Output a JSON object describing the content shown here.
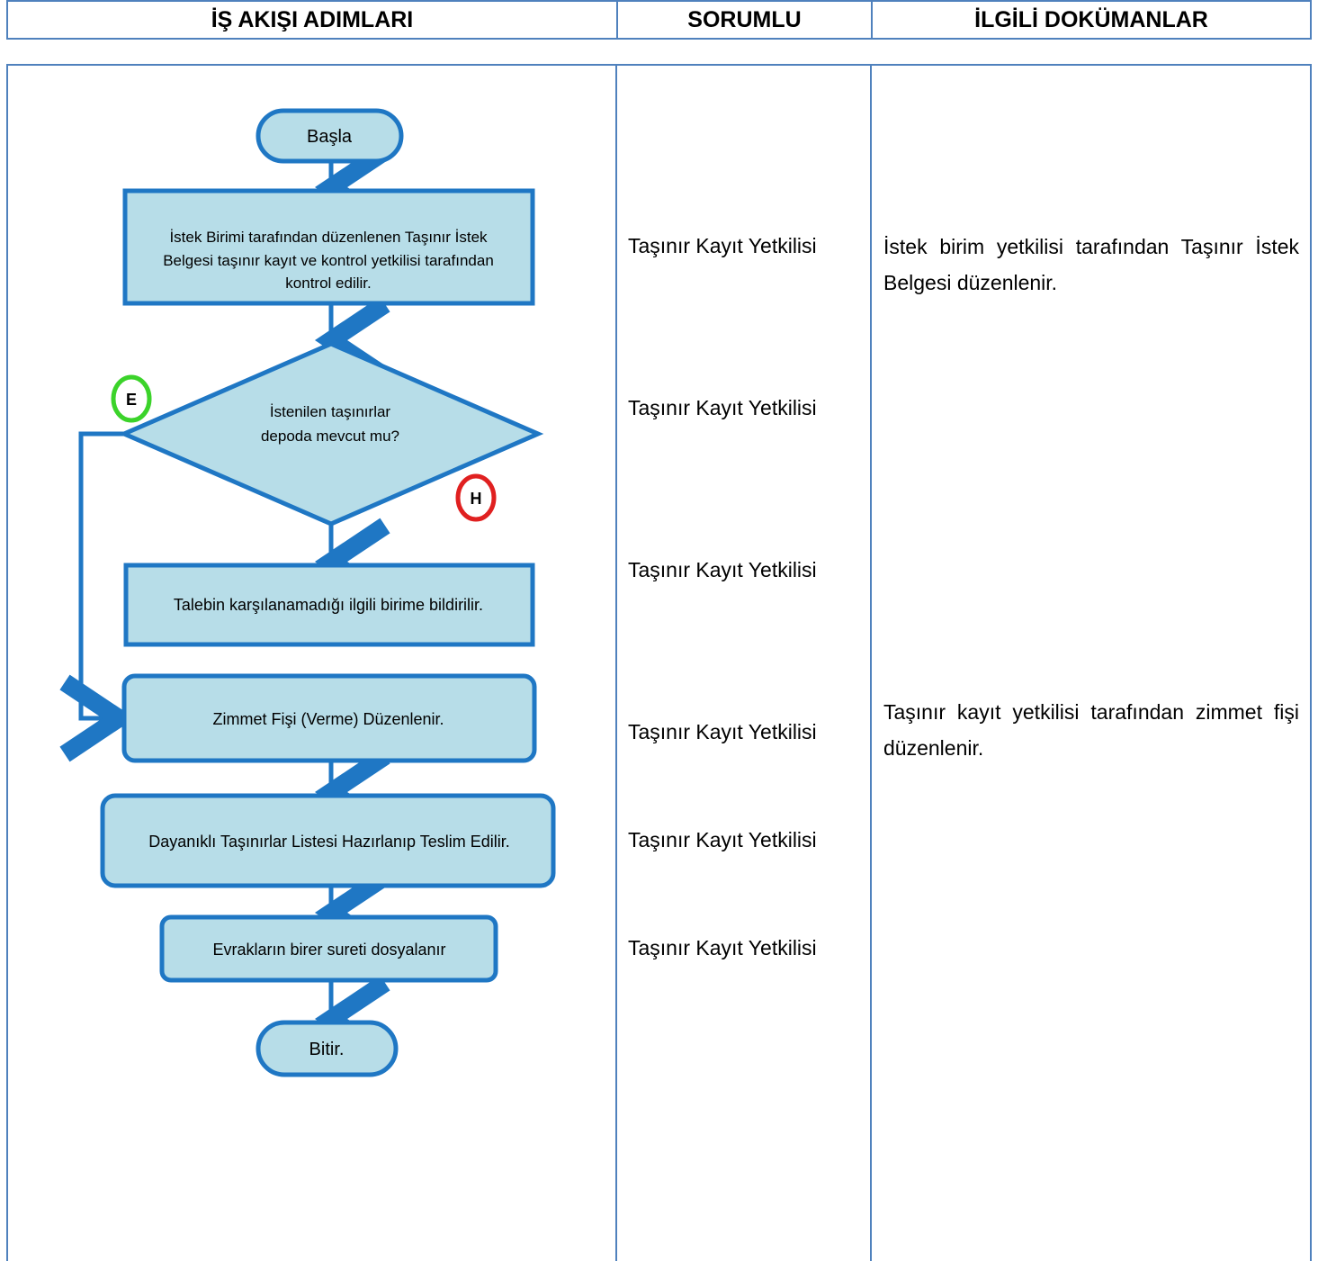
{
  "header": {
    "col1": "İŞ AKIŞI ADIMLARI",
    "col2": "SORUMLU",
    "col3": "İLGİLİ DOKÜMANLAR"
  },
  "colors": {
    "border": "#4f81bd",
    "node_fill": "#b7dde8",
    "node_stroke": "#1f77c4",
    "arrow": "#1f77c4",
    "yes_ring": "#3bd32a",
    "no_ring": "#e02020"
  },
  "flow": {
    "start": "Başla",
    "step1": [
      "İstek Birimi tarafından düzenlenen Taşınır İstek",
      "Belgesi taşınır kayıt ve kontrol yetkilisi tarafından",
      "kontrol edilir."
    ],
    "decision": [
      "İstenilen taşınırlar",
      "depoda mevcut mu?"
    ],
    "yes_label": "E",
    "no_label": "H",
    "step_no": "Talebin karşılanamadığı ilgili birime bildirilir.",
    "step_zimmet": "Zimmet Fişi  (Verme) Düzenlenir.",
    "step_list": "Dayanıklı Taşınırlar Listesi Hazırlanıp Teslim Edilir.",
    "step_file": "Evrakların birer sureti dosyalanır",
    "end": "Bitir."
  },
  "responsible": [
    "Taşınır Kayıt Yetkilisi",
    "Taşınır Kayıt Yetkilisi",
    "Taşınır Kayıt Yetkilisi",
    "Taşınır Kayıt Yetkilisi",
    "Taşınır Kayıt Yetkilisi",
    "Taşınır Kayıt Yetkilisi"
  ],
  "documents": [
    "İstek birim yetkilisi tarafından Taşınır İstek Belgesi düzenlenir.",
    "Taşınır kayıt yetkilisi tarafından zimmet fişi düzenlenir."
  ]
}
